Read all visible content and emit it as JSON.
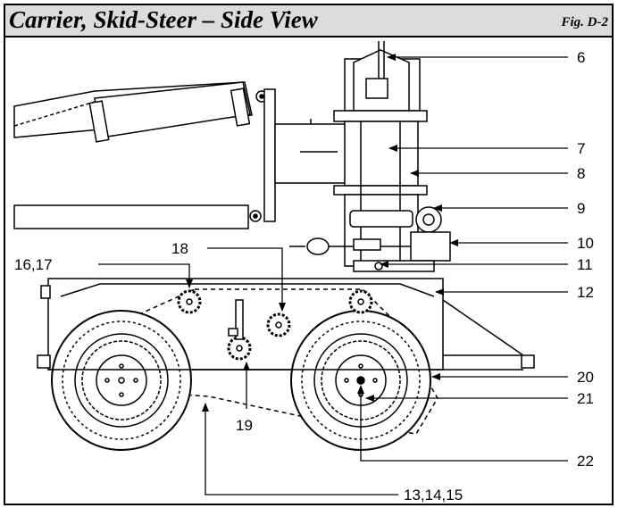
{
  "title": "Carrier, Skid-Steer – Side View",
  "figure": "Fig. D-2",
  "callouts": [
    {
      "id": "c6",
      "label": "6"
    },
    {
      "id": "c7",
      "label": "7"
    },
    {
      "id": "c8",
      "label": "8"
    },
    {
      "id": "c9",
      "label": "9"
    },
    {
      "id": "c10",
      "label": "10"
    },
    {
      "id": "c11",
      "label": "11"
    },
    {
      "id": "c12",
      "label": "12"
    },
    {
      "id": "c16",
      "label": "16,17"
    },
    {
      "id": "c18",
      "label": "18"
    },
    {
      "id": "c19",
      "label": "19"
    },
    {
      "id": "c20",
      "label": "20"
    },
    {
      "id": "c21",
      "label": "21"
    },
    {
      "id": "c22",
      "label": "22"
    },
    {
      "id": "c13",
      "label": "13,14,15"
    }
  ]
}
